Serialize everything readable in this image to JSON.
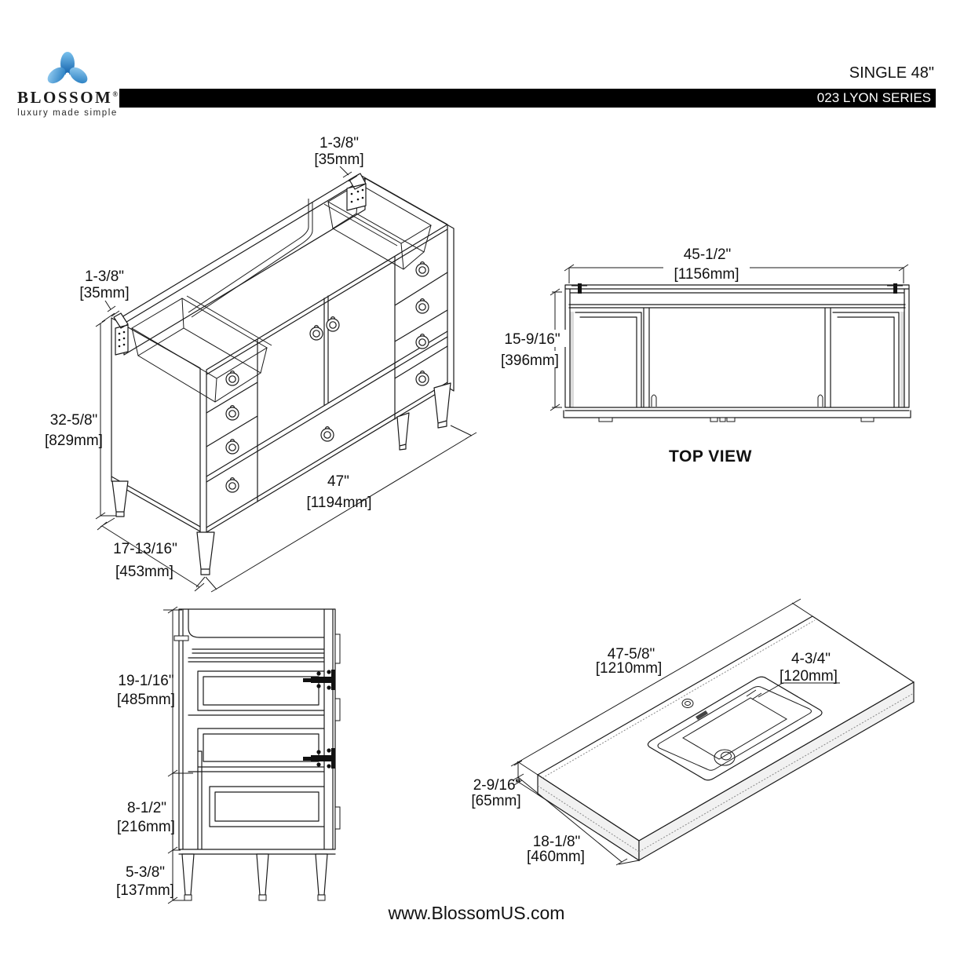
{
  "header": {
    "brand": "BLOSSOM",
    "brand_reg": "®",
    "tagline": "luxury made simple",
    "product_title": "SINGLE 48\"",
    "series": "023 LYON SERIES",
    "bar_color": "#000000",
    "logo_blue_dark": "#0d5ca8",
    "logo_blue_light": "#7ac2ee"
  },
  "footer": {
    "website": "www.BlossomUS.com"
  },
  "views": {
    "isometric": {
      "bracket_top": {
        "in": "1-3/8\"",
        "mm": "[35mm]"
      },
      "bracket_left": {
        "in": "1-3/8\"",
        "mm": "[35mm]"
      },
      "height": {
        "in": "32-5/8\"",
        "mm": "[829mm]"
      },
      "width": {
        "in": "47\"",
        "mm": "[1194mm]"
      },
      "depth": {
        "in": "17-13/16\"",
        "mm": "[453mm]"
      }
    },
    "top_view": {
      "title": "TOP VIEW",
      "width": {
        "in": "45-1/2\"",
        "mm": "[1156mm]"
      },
      "depth": {
        "in": "15-9/16\"",
        "mm": "[396mm]"
      }
    },
    "side_view": {
      "upper": {
        "in": "19-1/16\"",
        "mm": "[485mm]"
      },
      "middle": {
        "in": "8-1/2\"",
        "mm": "[216mm]"
      },
      "legs": {
        "in": "5-3/8\"",
        "mm": "[137mm]"
      }
    },
    "countertop": {
      "width": {
        "in": "47-5/8\"",
        "mm": "[1210mm]"
      },
      "backsplash": {
        "in": "4-3/4\"",
        "mm": "[120mm]"
      },
      "thickness": {
        "in": "2-9/16\"",
        "mm": "[65mm]"
      },
      "depth": {
        "in": "18-1/8\"",
        "mm": "[460mm]"
      }
    }
  }
}
